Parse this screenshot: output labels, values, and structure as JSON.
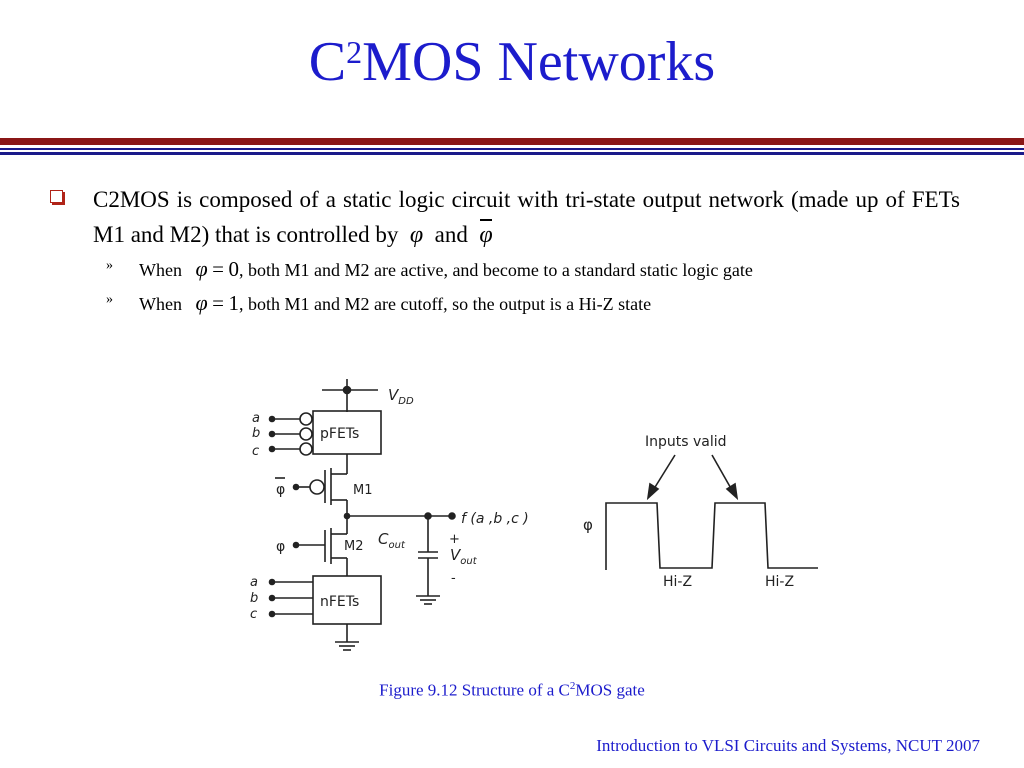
{
  "slide": {
    "title_main": "C",
    "title_sup": "2",
    "title_rest": "MOS Networks",
    "bullet": {
      "part1": "C2MOS is composed of a static logic circuit with tri-state output network (made up of FETs M1 and M2) that is controlled by",
      "phi": "φ",
      "and": "and",
      "phibar": "φ"
    },
    "sub_bullets": [
      {
        "marker": "»",
        "when": "When",
        "eq_lhs": "φ",
        "eq_sign": "=",
        "eq_val": "0",
        "text": ", both M1 and M2 are active, and become to a standard static logic gate"
      },
      {
        "marker": "»",
        "when": "When",
        "eq_lhs": "φ",
        "eq_sign": "=",
        "eq_val": "1",
        "text": ", both M1 and M2 are cutoff, so the output is a Hi-Z state"
      }
    ],
    "caption_pre": "Figure 9.12 Structure of a C",
    "caption_sup": "2",
    "caption_post": "MOS gate",
    "footer": "Introduction to VLSI Circuits and Systems, NCUT  2007"
  },
  "circuit": {
    "vdd": "V",
    "vdd_sub": "DD",
    "inputs_top": [
      "a",
      "b",
      "c"
    ],
    "inputs_bottom": [
      "a",
      "b",
      "c"
    ],
    "pfets": "pFETs",
    "nfets": "nFETs",
    "phibar": "φ",
    "phi": "φ",
    "m1": "M1",
    "m2": "M2",
    "output": "f (a ,b ,c )",
    "cout": "C",
    "cout_sub": "out",
    "vout": "V",
    "vout_sub": "out",
    "plus": "+",
    "minus": "-"
  },
  "waveform": {
    "label": "φ",
    "inputs_valid": "Inputs valid",
    "hiz": [
      "Hi-Z",
      "Hi-Z"
    ]
  }
}
